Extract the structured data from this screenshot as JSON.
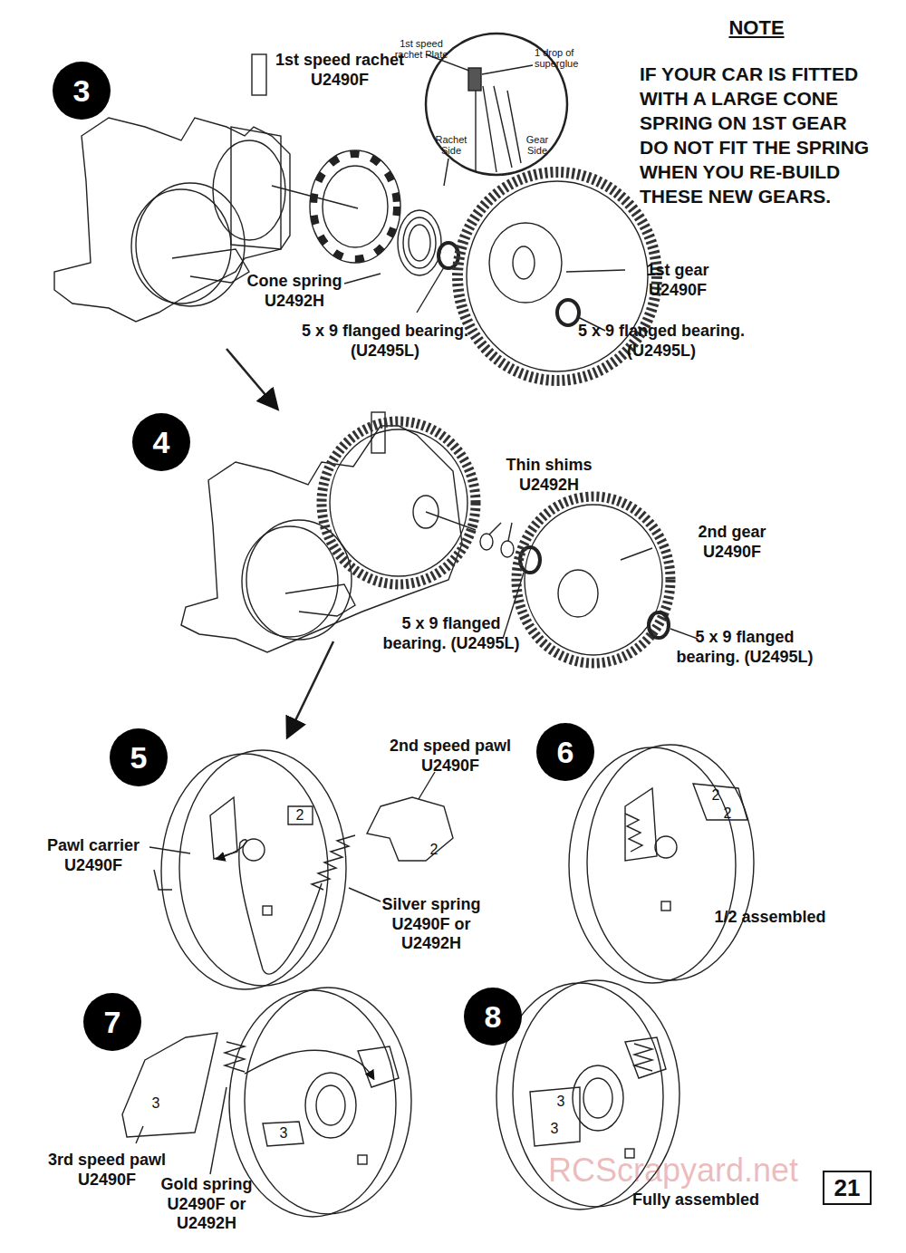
{
  "diagram": {
    "nodes": [
      {
        "text": [
          "3"
        ]
      },
      {
        "text": [
          "4"
        ]
      },
      {
        "text": [
          "5"
        ]
      },
      {
        "text": [
          "6"
        ]
      },
      {
        "text": [
          "7"
        ]
      },
      {
        "text": [
          "8"
        ]
      },
      {
        "text": [
          "21"
        ]
      }
    ],
    "labels": [
      "1st speed rachet U2490F",
      "1st speed rachet Plate",
      "1 drop of superglue",
      "Rachet Side",
      "Gear Side",
      "Cone spring U2492H",
      "5 x 9 flanged bearing. (U2495L)",
      "1st gear U2490F",
      "5 x 9 flanged bearing. (U2495L)",
      "NOTE",
      "IF YOUR CAR IS FITTED WITH A LARGE CONE SPRING ON 1ST GEAR DO NOT FIT THE SPRING WHEN YOU RE-BUILD THESE NEW GEARS.",
      "Thin shims U2492H",
      "2nd gear U2490F",
      "5 x 9 flanged bearing. (U2495L)",
      "5 x 9 flanged bearing. (U2495L)",
      "Pawl carrier U2490F",
      "2nd speed pawl U2490F",
      "2",
      "2",
      "Silver spring U2490F or U2492H",
      "2",
      "2",
      "1/2 assembled",
      "3",
      "3",
      "3rd speed pawl U2490F",
      "Gold spring U2490F or U2492H",
      "3",
      "3",
      "Fully assembled",
      "RCScrapyard.net"
    ]
  }
}
